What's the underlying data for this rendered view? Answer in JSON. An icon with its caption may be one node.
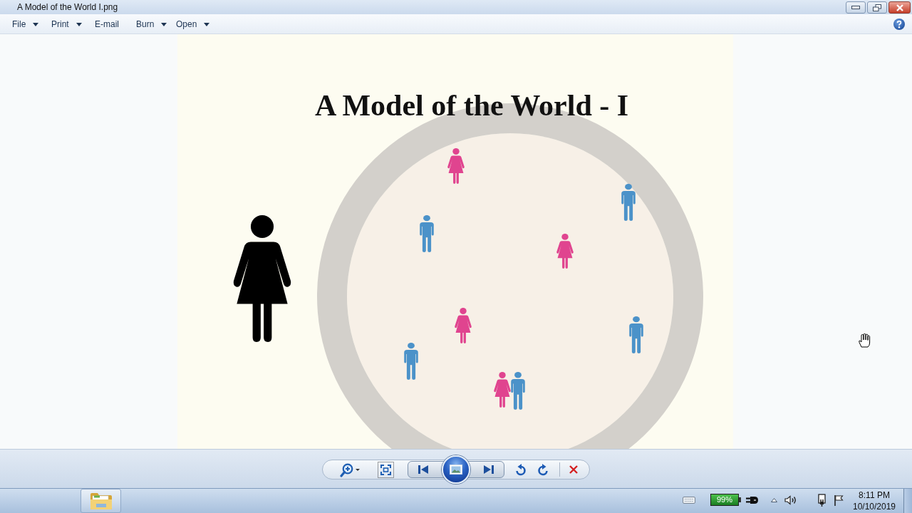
{
  "diagram": {
    "title": "A Model of the World - I",
    "labels": [
      "A Model of the World I.png",
      "File",
      "Print",
      "E-mail",
      "Burn",
      "Open",
      "99%",
      "8:11 PM",
      "10/10/2019"
    ]
  }
}
